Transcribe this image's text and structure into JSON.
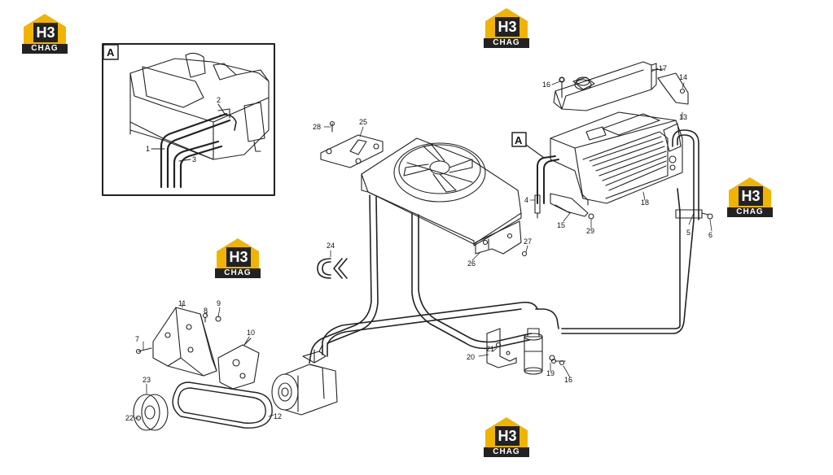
{
  "brand": {
    "mark": "H3",
    "text": "CHAG",
    "colors": {
      "yellow": "#f0b400",
      "dark": "#222222"
    }
  },
  "detail_view": {
    "label": "A",
    "callouts": [
      "1",
      "2",
      "3"
    ]
  },
  "main_view_label": "A",
  "callouts": [
    "4",
    "5",
    "6",
    "7",
    "8",
    "9",
    "10",
    "11",
    "12",
    "13",
    "14",
    "15",
    "16",
    "16",
    "17",
    "18",
    "19",
    "20",
    "21",
    "22",
    "23",
    "24",
    "25",
    "26",
    "27",
    "28",
    "29"
  ]
}
